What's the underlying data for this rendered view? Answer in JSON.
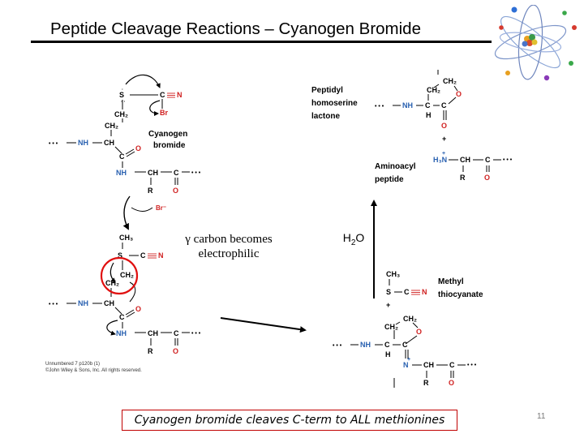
{
  "slide": {
    "title": "Peptide Cleavage Reactions – Cyanogen Bromide",
    "gamma_note_line1": "γ carbon becomes",
    "gamma_note_line2": "electrophilic",
    "water": "H2O",
    "summary": "Cyanogen bromide cleaves C-term to ALL methionines",
    "page_number": "11",
    "copyright_line1": "Unnumbered 7 p120b (1)",
    "copyright_line2": "©John Wiley & Sons, Inc. All rights reserved."
  },
  "scheme": {
    "reagent_label_1": "Cyanogen",
    "reagent_label_2": "bromide",
    "product1_label_1": "Peptidyl",
    "product1_label_2": "homoserine",
    "product1_label_3": "lactone",
    "product2_label_1": "Aminoacyl",
    "product2_label_2": "peptide",
    "product3_label_1": "Methyl",
    "product3_label_2": "thiocyanate",
    "leaving_group": "Br⁻",
    "atoms": {
      "S": "S",
      "C": "C",
      "N": "N",
      "Br": "Br",
      "O": "O",
      "H": "H",
      "R": "R",
      "NH": "NH",
      "CH": "CH",
      "CH2": "CH₂",
      "CH3": "CH₃",
      "H3N": "H₃N",
      "plus": "+",
      "dots": "• • •"
    }
  }
}
